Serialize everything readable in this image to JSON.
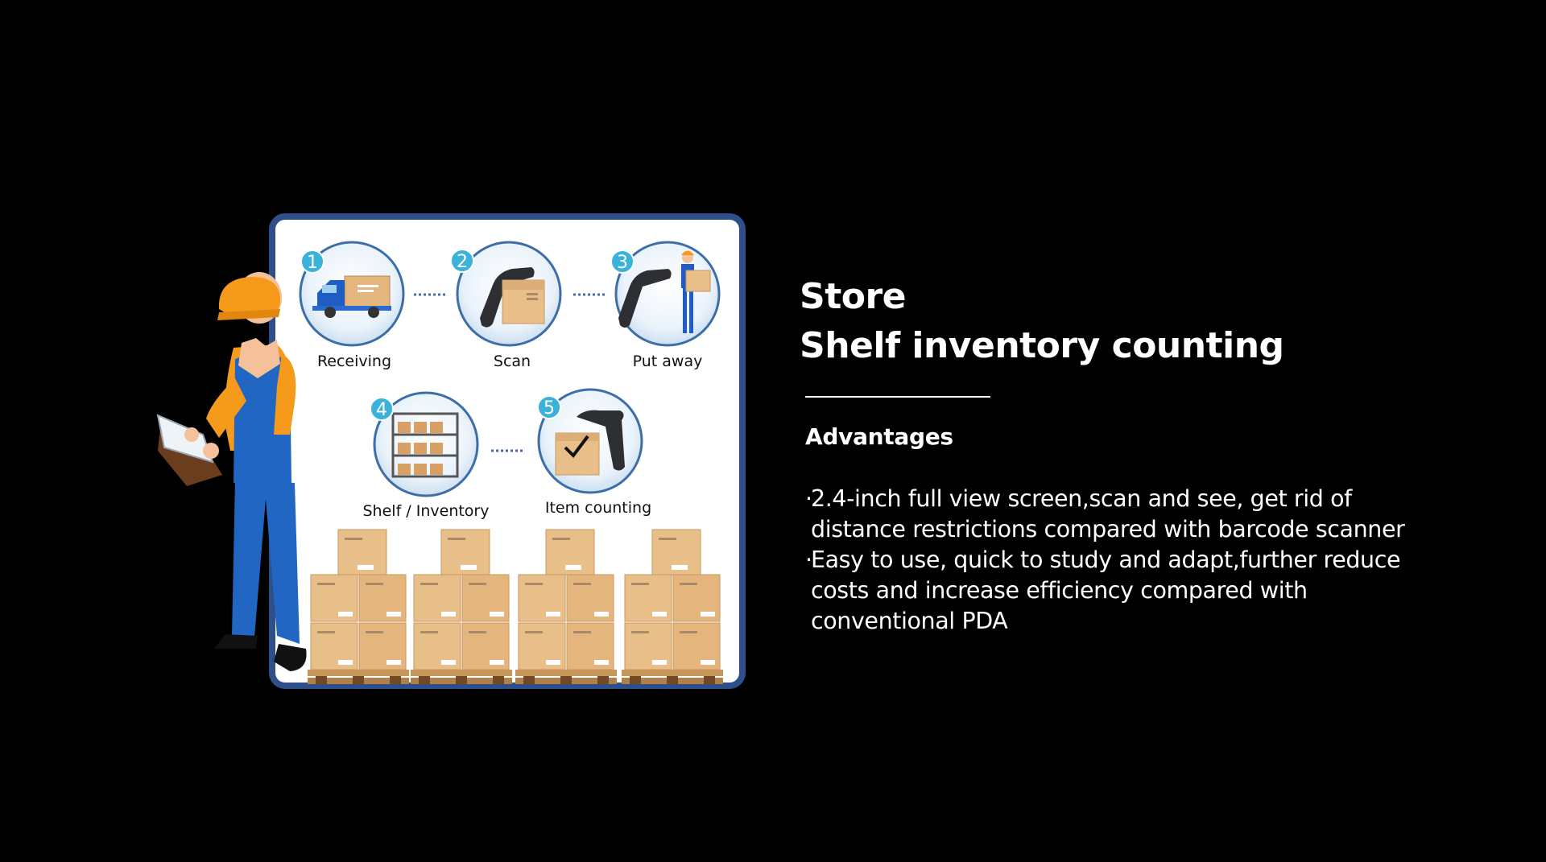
{
  "heading": {
    "line1": "Store",
    "line2": "Shelf inventory counting"
  },
  "advantages": {
    "title": "Advantages",
    "items": [
      "2.4-inch full view screen,scan and see, get rid of distance restrictions compared with barcode scanner",
      "Easy to use, quick to study and adapt,further reduce costs and increase efficiency compared with conventional PDA"
    ]
  },
  "steps": [
    {
      "number": "1",
      "label": "Receiving",
      "icon": "truck-icon"
    },
    {
      "number": "2",
      "label": "Scan",
      "icon": "scanner-icon"
    },
    {
      "number": "3",
      "label": "Put away",
      "icon": "worker-carrying-box-icon"
    },
    {
      "number": "4",
      "label": "Shelf / Inventory",
      "icon": "shelf-icon"
    },
    {
      "number": "5",
      "label": "Item counting",
      "icon": "checked-box-icon"
    }
  ],
  "colors": {
    "background": "#000000",
    "frame_border": "#2e4f8a",
    "badge": "#3ab2d9",
    "helmet": "#f59a1b",
    "overalls": "#2266c4",
    "box": "#e9bf89"
  }
}
